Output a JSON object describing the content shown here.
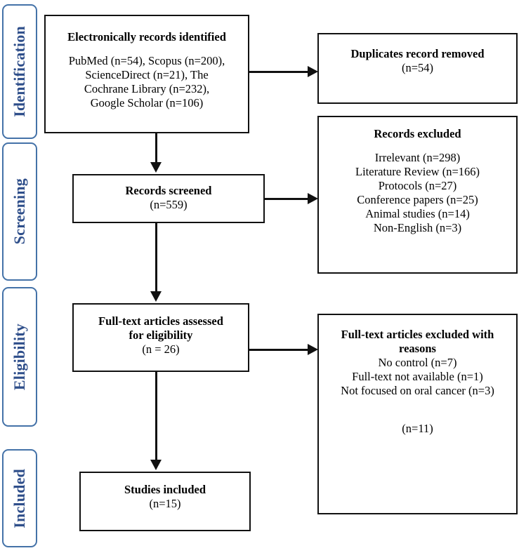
{
  "diagram": {
    "type": "prisma-flow-diagram",
    "stage_label_color": "#2e4e8a",
    "stage_border_color": "#4472a8",
    "box_border_color": "#111111",
    "connector_color": "#111111"
  },
  "stages": [
    {
      "id": "identification",
      "label": "Identification"
    },
    {
      "id": "screening",
      "label": "Screening"
    },
    {
      "id": "eligibility",
      "label": "Eligibility"
    },
    {
      "id": "included",
      "label": "Included"
    }
  ],
  "boxes": {
    "records_identified": {
      "title": "Electronically records identified",
      "body": "PubMed (n=54), Scopus (n=200),\nScienceDirect (n=21), The\nCochrane Library (n=232),\nGoogle Scholar (n=106)"
    },
    "duplicates_removed": {
      "title": "Duplicates record removed",
      "body": "(n=54)"
    },
    "records_screened": {
      "title": "Records screened",
      "body": "(n=559)"
    },
    "records_excluded": {
      "title": "Records excluded",
      "body": "Irrelevant (n=298)\nLiterature Review (n=166)\nProtocols (n=27)\nConference papers (n=25)\nAnimal studies (n=14)\nNon-English (n=3)"
    },
    "fulltext_assessed": {
      "title": "Full-text articles assessed\nfor eligibility",
      "body": "(n = 26)"
    },
    "fulltext_excluded": {
      "title": "Full-text articles excluded with\nreasons",
      "body": "No control (n=7)\nFull-text not available (n=1)\nNot focused on oral cancer (n=3)",
      "total": "(n=11)"
    },
    "studies_included": {
      "title": "Studies included",
      "body": "(n=15)"
    }
  },
  "connectors": [
    {
      "id": "identified-to-duplicates",
      "from": "records_identified",
      "to": "duplicates_removed",
      "direction": "right"
    },
    {
      "id": "identified-to-screened",
      "from": "records_identified",
      "to": "records_screened",
      "direction": "down"
    },
    {
      "id": "screened-to-excluded",
      "from": "records_screened",
      "to": "records_excluded",
      "direction": "right"
    },
    {
      "id": "screened-to-fulltext",
      "from": "records_screened",
      "to": "fulltext_assessed",
      "direction": "down"
    },
    {
      "id": "fulltext-to-excluded",
      "from": "fulltext_assessed",
      "to": "fulltext_excluded",
      "direction": "right"
    },
    {
      "id": "fulltext-to-included",
      "from": "fulltext_assessed",
      "to": "studies_included",
      "direction": "down"
    }
  ]
}
